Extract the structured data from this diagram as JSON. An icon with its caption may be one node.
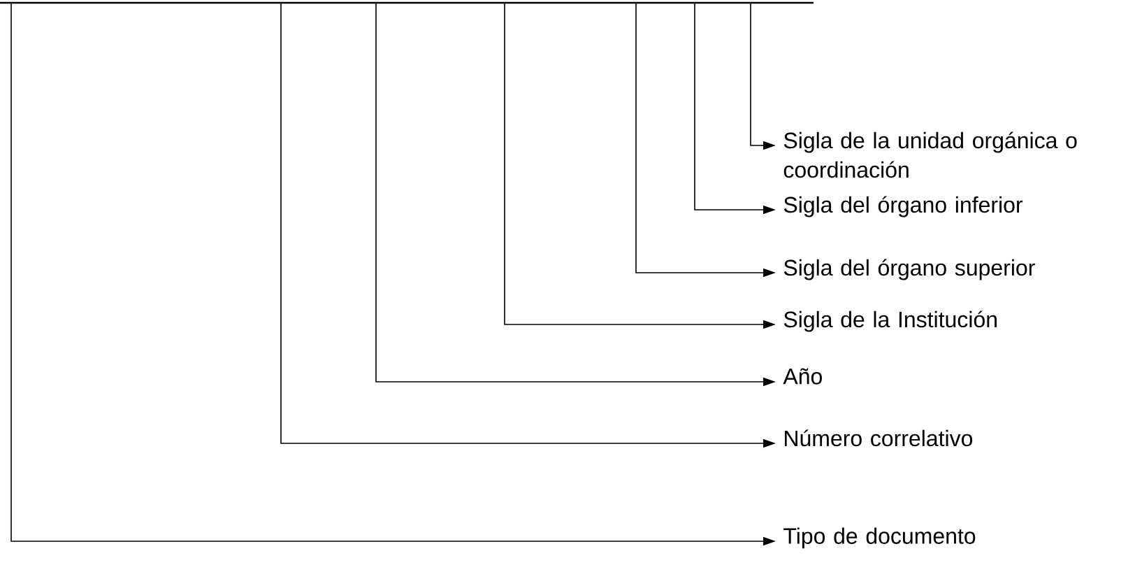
{
  "diagram": {
    "nodes": [
      {
        "text": [
          "Sigla de la unidad orgánica o coordinación"
        ]
      },
      {
        "text": [
          "Sigla del órgano inferior"
        ]
      },
      {
        "text": [
          "Sigla del órgano superior"
        ]
      },
      {
        "text": [
          "Sigla de la Institución"
        ]
      },
      {
        "text": [
          "Año"
        ]
      },
      {
        "text": [
          "Número correlativo"
        ]
      },
      {
        "text": [
          "Tipo de documento"
        ]
      }
    ],
    "edges": [
      {
        "from": null,
        "to": 0,
        "arrow": "to"
      },
      {
        "from": null,
        "to": 1,
        "arrow": "to"
      },
      {
        "from": null,
        "to": 2,
        "arrow": "to"
      },
      {
        "from": null,
        "to": 3,
        "arrow": "to"
      },
      {
        "from": null,
        "to": 4,
        "arrow": "to"
      },
      {
        "from": null,
        "to": 5,
        "arrow": "to"
      },
      {
        "from": null,
        "to": 6,
        "arrow": "to"
      }
    ]
  }
}
